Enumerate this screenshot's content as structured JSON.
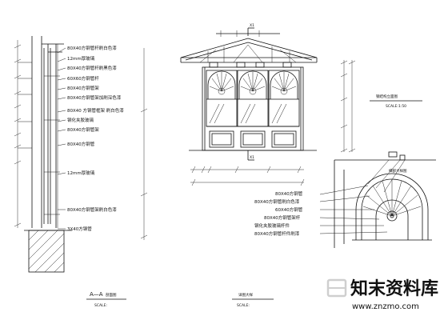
{
  "section_view": {
    "title": "A—A",
    "title_suffix": "剖面图",
    "scale": "SCALE:",
    "labels": [
      "80X40方钢管杆刷白色漆",
      "12mm厚玻璃",
      "80X40方钢管杆刷黑色漆",
      "60X60方钢管杆",
      "80X40方钢管架",
      "80X40方钢管架加刷深色漆",
      "80X40 方钢管框架 刷白色漆",
      "钢化夹胶玻璃",
      "80X40方钢管架",
      "80X40方钢管",
      "12mm厚玻璃",
      "80X40方钢管架刷白色漆",
      "3X40方钢管"
    ]
  },
  "elevation_view": {
    "marker_top": "X1",
    "marker_bottom": "X1",
    "label_right": "钢结构立面图",
    "scale_right": "SCALE:1:50"
  },
  "plan_view": {
    "title": "详图大样",
    "scale": "SCALE:",
    "labels": [
      "80X40方钢管",
      "80X40方钢管刷白色漆",
      "60X40方钢管",
      "80X40方钢管架杆",
      "钢化夹胶玻璃杆件",
      "80X40方钢管杆件刷漆"
    ],
    "corner_label": "细部大样图"
  },
  "watermark": {
    "text": "知末资料库",
    "url": "www.znzmo.com"
  }
}
